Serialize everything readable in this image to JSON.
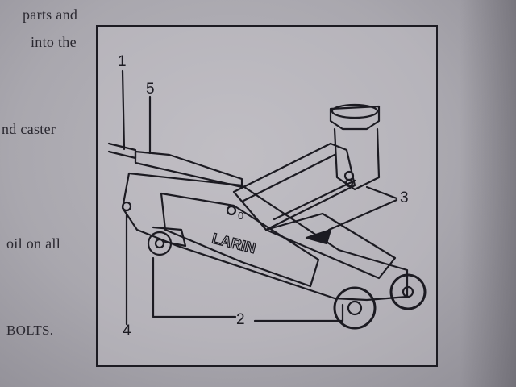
{
  "page_text": {
    "line1": "parts and",
    "line2": "into the",
    "line3": "nd caster",
    "line4": "oil on all",
    "line5": "BOLTS."
  },
  "figure": {
    "brand_label": "LARIN",
    "callouts": {
      "c1": "1",
      "c2": "2",
      "c3": "3",
      "c4": "4",
      "c5": "5",
      "c0": "0"
    }
  },
  "colors": {
    "paper": "#b3b1b8",
    "ink": "#1c1b22"
  }
}
